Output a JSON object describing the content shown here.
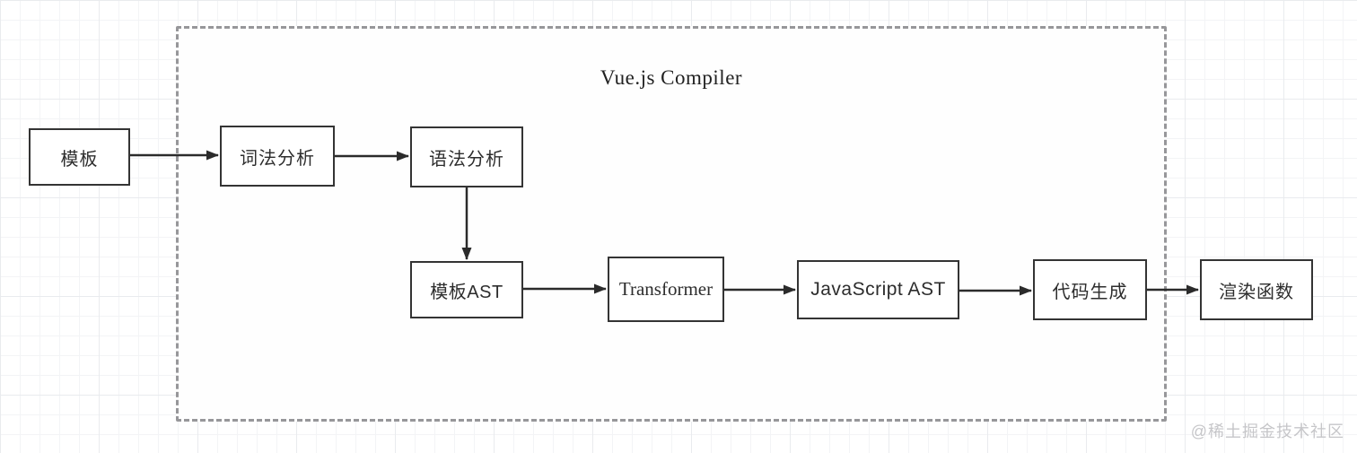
{
  "diagram": {
    "title": "Vue.js Compiler",
    "nodes": [
      {
        "id": "template",
        "label": "模板"
      },
      {
        "id": "lexical-analysis",
        "label": "词法分析"
      },
      {
        "id": "syntax-analysis",
        "label": "语法分析"
      },
      {
        "id": "template-ast",
        "label": "模板AST"
      },
      {
        "id": "transformer",
        "label": "Transformer"
      },
      {
        "id": "javascript-ast",
        "label": "JavaScript AST"
      },
      {
        "id": "code-generation",
        "label": "代码生成"
      },
      {
        "id": "render-function",
        "label": "渲染函数"
      }
    ],
    "edges": [
      {
        "from": "模板",
        "to": "词法分析"
      },
      {
        "from": "词法分析",
        "to": "语法分析"
      },
      {
        "from": "语法分析",
        "to": "模板AST"
      },
      {
        "from": "模板AST",
        "to": "Transformer"
      },
      {
        "from": "Transformer",
        "to": "JavaScript AST"
      },
      {
        "from": "JavaScript AST",
        "to": "代码生成"
      },
      {
        "from": "代码生成",
        "to": "渲染函数"
      }
    ],
    "colors": {
      "box_border": "#343434",
      "arrow": "#2b2b2b",
      "dashed_border": "#97979a",
      "grid_line": "#f3f4f6",
      "watermark": "#c6c6c9"
    }
  },
  "watermark": {
    "text": "@稀土掘金技术社区"
  }
}
